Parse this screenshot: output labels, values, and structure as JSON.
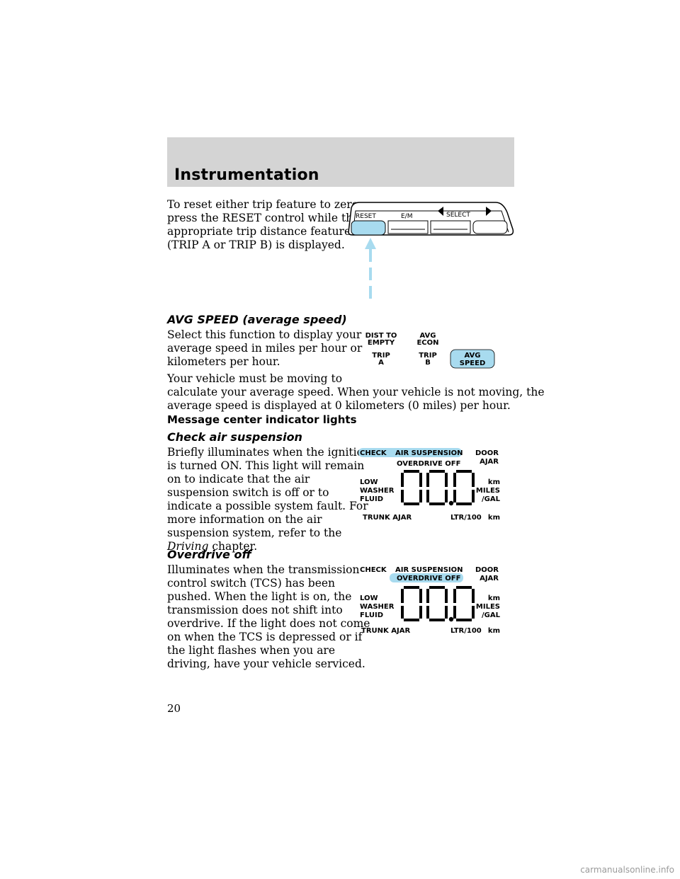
{
  "header": {
    "title": "Instrumentation"
  },
  "reset": {
    "p1": "To reset either trip feature to zero,",
    "p2": "press the RESET control while the",
    "p3": "appropriate trip distance feature",
    "p4": "(TRIP A or TRIP B) is displayed."
  },
  "control_panel": {
    "reset_label": "RESET",
    "em_label": "E/M",
    "select_label": "SELECT",
    "accent": "#a8dbef"
  },
  "avg_speed": {
    "heading": "AVG SPEED (average speed)",
    "p1": "Select this function to display your",
    "p2": "average speed in miles per hour or",
    "p3": "kilometers per hour.",
    "p4": "Your vehicle must be moving to",
    "p5": "calculate your average speed. When your vehicle is not moving, the",
    "p6": "average speed is displayed at 0 kilometers (0 miles) per hour."
  },
  "function_grid": {
    "dist_to": "DIST TO",
    "empty": "EMPTY",
    "avg": "AVG",
    "econ": "ECON",
    "trip": "TRIP",
    "a": "A",
    "b": "B",
    "avg2": "AVG",
    "speed": "SPEED"
  },
  "message_center": {
    "heading": "Message center indicator lights",
    "check_air": {
      "heading": "Check air suspension",
      "lines": [
        "Briefly illuminates when the ignition",
        "is turned ON. This light will remain",
        "on to indicate that the air",
        "suspension switch is off or to",
        "indicate a possible system fault. For",
        "more information on the air",
        "suspension system, refer to the"
      ],
      "ref_italic": "Driving",
      "ref_tail": "chapter."
    },
    "overdrive": {
      "heading": "Overdrive off",
      "lines": [
        "Illuminates when the transmission",
        "control switch (TCS) has been",
        "pushed. When the light is on, the",
        "transmission does not shift into",
        "overdrive. If the light does not come",
        "on when the TCS is depressed or if",
        "the light flashes when you are",
        "driving, have your vehicle serviced."
      ]
    }
  },
  "display": {
    "check": "CHECK",
    "air_suspension": "AIR SUSPENSION",
    "door": "DOOR",
    "ajar": "AJAR",
    "overdrive_off": "OVERDRIVE OFF",
    "low": "LOW",
    "washer": "WASHER",
    "fluid": "FLUID",
    "km": "km",
    "miles": "MILES",
    "gal": "/GAL",
    "trunk_ajar": "TRUNK AJAR",
    "ltr100": "LTR/100",
    "km2": "km",
    "digits": "00.0"
  },
  "page_number": "20",
  "footer": "carmanualsonline.info"
}
